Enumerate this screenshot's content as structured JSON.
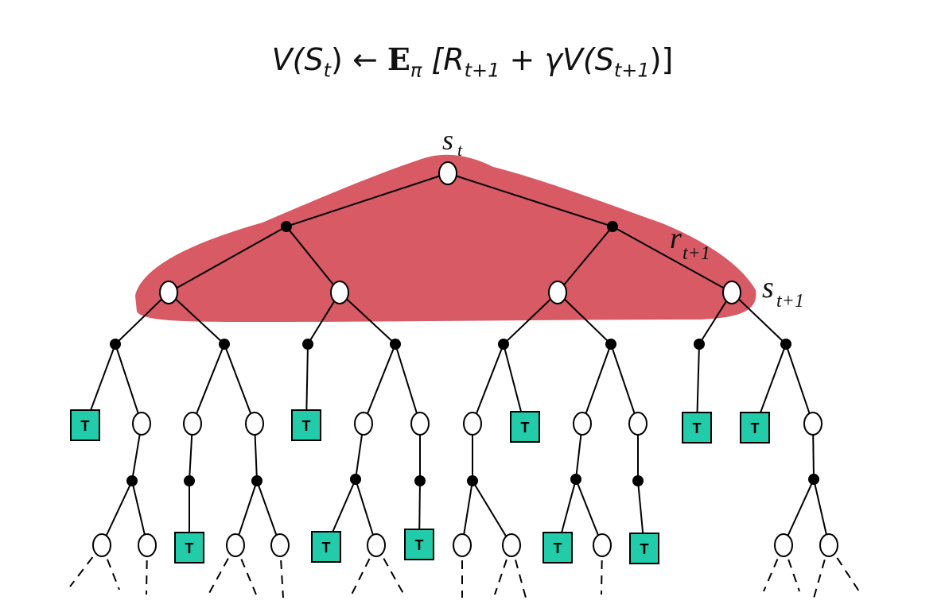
{
  "equation": {
    "lhs": "V(S",
    "lhs_sub": "t",
    "arrow": "←",
    "expect": "E",
    "expect_sub": "π",
    "bracket_open": "[R",
    "r_sub": "t+1",
    "plus": " + ",
    "gamma": "γ",
    "v2": "V(S",
    "v2_sub": "t+1",
    "close": ")]"
  },
  "labels": {
    "root": "s",
    "root_sub": "t",
    "reward": "r",
    "reward_sub": "t+1",
    "next_state": "s",
    "next_state_sub": "t+1"
  },
  "terminal_label": "T",
  "colors": {
    "highlight": "#d75a64",
    "terminal": "#22ccaa",
    "line": "#000000"
  }
}
